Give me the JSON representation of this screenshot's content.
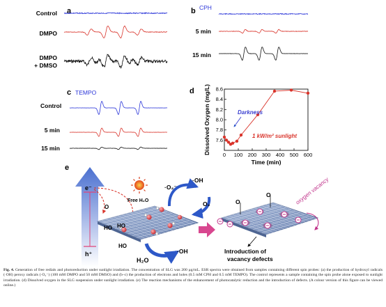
{
  "panels": {
    "a": {
      "letter": "a",
      "labels": [
        "Control",
        "DMPO",
        "DMPO",
        "+ DMSO"
      ]
    },
    "b": {
      "letter": "b",
      "title": "CPH",
      "labels": [
        "5 min",
        "15 min"
      ]
    },
    "c": {
      "letter": "c",
      "title": "TEMPO",
      "labels": [
        "Control",
        "5 min",
        "15 min"
      ]
    },
    "d": {
      "letter": "d",
      "annotations": [
        "Darkness",
        "1 kW/m² sunlight"
      ]
    },
    "e": {
      "letter": "e",
      "labels": {
        "electron": "e⁻",
        "hole": "h⁺",
        "free_water": "Free H₂O",
        "superoxide": "·O₂⁻",
        "hydroxyl_top": "·OH",
        "oxygen": "O₂",
        "water": "H₂O",
        "hydroxyl_bottom": "·OH",
        "ho1": "HO",
        "ho2": "HO",
        "ho3": "HO",
        "o_left": "O",
        "o_right1": "O",
        "o_right2": "O",
        "oxygen_vacancy": "oxygen vacancy",
        "introduction1": "Introduction of",
        "introduction2": "vacancy defects"
      }
    }
  },
  "chart_data": {
    "type": "line",
    "title": "",
    "xlabel": "Time (min)",
    "ylabel": "Dissolved Oxygen (mg/L)",
    "xlim": [
      0,
      600
    ],
    "ylim": [
      7.4,
      8.6
    ],
    "xticks": [
      0,
      100,
      200,
      300,
      400,
      500,
      600
    ],
    "yticks": [
      7.6,
      7.8,
      8.0,
      8.2,
      8.4,
      8.6
    ],
    "grid": false,
    "series": [
      {
        "x": [
          0,
          15,
          30,
          45,
          60,
          90,
          120,
          240,
          360,
          480,
          600
        ],
        "y": [
          7.66,
          7.6,
          7.56,
          7.52,
          7.54,
          7.58,
          7.7,
          8.1,
          8.56,
          8.58,
          8.52
        ],
        "color": "#d9342b"
      }
    ]
  },
  "caption": {
    "label": "Fig. 4.",
    "text": "Generation of free redials and photoreduction under sunlight irradiation. The concentration of SLG was 200 µg/mL. ESR spectra were obtained from samples containing different spin probes: (a) the production of hydroxyl radicals (·OH) peroxy radicals (·O₂⁻) (100 mM DMPO and 50 mM DMSO) and (b–c) the production of electrons and holes (0.5 mM CPH and 0.5 mM TEMPO). The control represents a sample containing the spin probe alone exposed to sunlight irradiation. (d) Dissolved oxygen in the SLG suspension under sunlight irradiation. (e) The reaction mechanisms of the enhancement of photocatalytic reduction and the introduction of defects. (A colour version of this figure can be viewed online.)"
  },
  "colors": {
    "blue": "#2b36d9",
    "red": "#d9342b",
    "black": "#111111",
    "purple": "#5a2fc4",
    "magenta": "#c0328a"
  }
}
